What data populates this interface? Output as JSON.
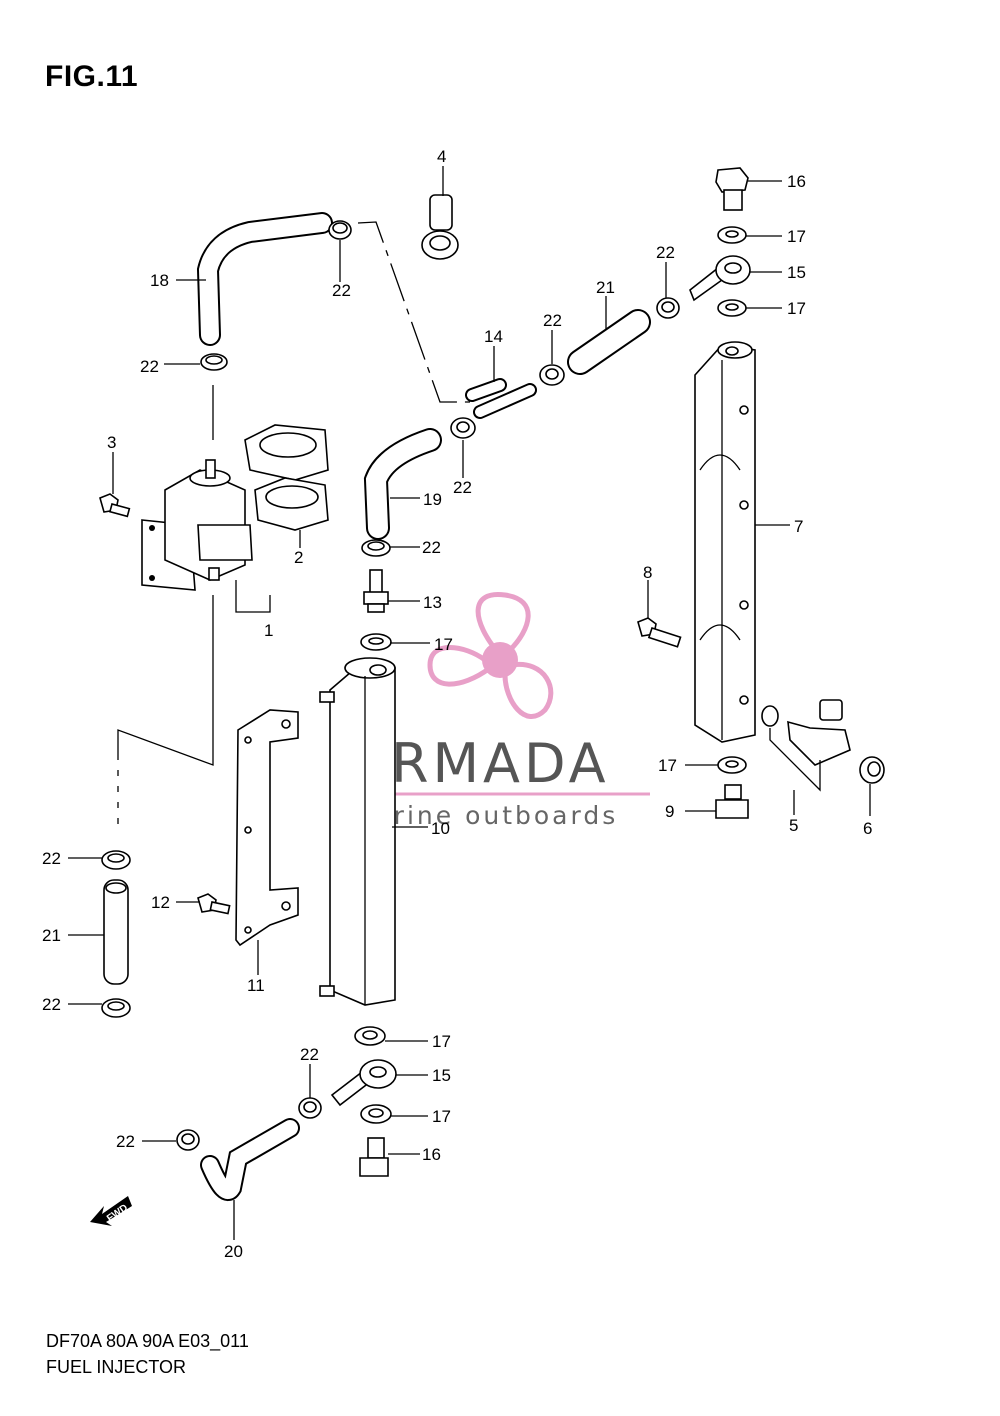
{
  "figure": {
    "title": "FIG.11",
    "footer_code": "DF70A 80A 90A E03_011",
    "footer_name": "FUEL INJECTOR"
  },
  "watermark": {
    "brand": "ARMADA",
    "tagline": "marine outboards",
    "logo_icon": "propeller-icon",
    "color": "#e8a0c8"
  },
  "fwd_arrow": {
    "label": "FWD",
    "icon": "forward-arrow-icon"
  },
  "callouts": [
    {
      "label": "4"
    },
    {
      "label": "16"
    },
    {
      "label": "17"
    },
    {
      "label": "22"
    },
    {
      "label": "15"
    },
    {
      "label": "18"
    },
    {
      "label": "22"
    },
    {
      "label": "21"
    },
    {
      "label": "17"
    },
    {
      "label": "22"
    },
    {
      "label": "14"
    },
    {
      "label": "22"
    },
    {
      "label": "22"
    },
    {
      "label": "3"
    },
    {
      "label": "19"
    },
    {
      "label": "7"
    },
    {
      "label": "2"
    },
    {
      "label": "22"
    },
    {
      "label": "8"
    },
    {
      "label": "13"
    },
    {
      "label": "1"
    },
    {
      "label": "17"
    },
    {
      "label": "17"
    },
    {
      "label": "10"
    },
    {
      "label": "9"
    },
    {
      "label": "5"
    },
    {
      "label": "6"
    },
    {
      "label": "22"
    },
    {
      "label": "12"
    },
    {
      "label": "21"
    },
    {
      "label": "11"
    },
    {
      "label": "22"
    },
    {
      "label": "17"
    },
    {
      "label": "22"
    },
    {
      "label": "15"
    },
    {
      "label": "17"
    },
    {
      "label": "22"
    },
    {
      "label": "16"
    },
    {
      "label": "20"
    }
  ]
}
